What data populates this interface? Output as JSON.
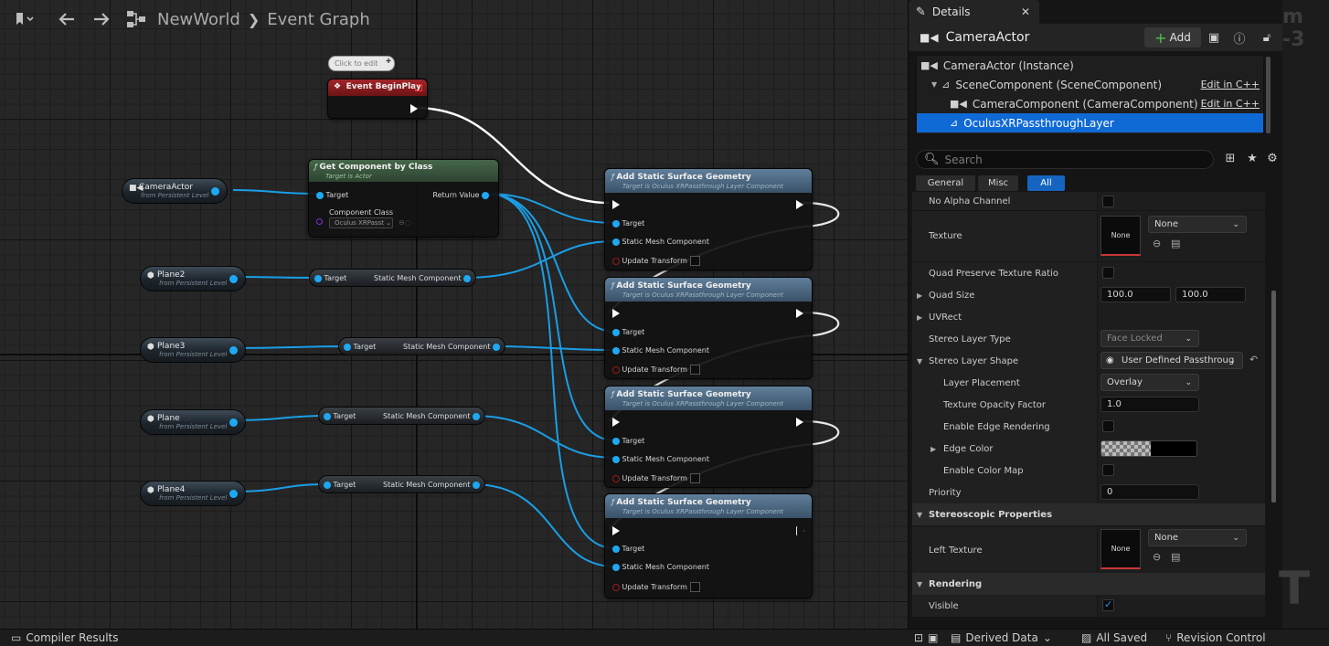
{
  "toolbar": {
    "breadcrumb_root": "NewWorld",
    "breadcrumb_leaf": "Event Graph"
  },
  "graph": {
    "comment_bubble": "Click to edit",
    "begin_play": {
      "title": "Event BeginPlay"
    },
    "get_component": {
      "title": "Get Component by Class",
      "subtitle": "Target is Actor",
      "target": "Target",
      "return_value": "Return Value",
      "component_class": "Component Class",
      "class_value": "Oculus XRPasst"
    },
    "variables": [
      {
        "name": "CameraActor",
        "sub": "from Persistent Level"
      },
      {
        "name": "Plane2",
        "sub": "from Persistent Level"
      },
      {
        "name": "Plane3",
        "sub": "from Persistent Level"
      },
      {
        "name": "Plane",
        "sub": "from Persistent Level"
      },
      {
        "name": "Plane4",
        "sub": "from Persistent Level"
      }
    ],
    "property_nodes": [
      {
        "left": "Target",
        "right": "Static Mesh Component"
      },
      {
        "left": "Target",
        "right": "Static Mesh Component"
      },
      {
        "left": "Target",
        "right": "Static Mesh Component"
      },
      {
        "left": "Target",
        "right": "Static Mesh Component"
      }
    ],
    "add_geometry": {
      "title": "Add Static Surface Geometry",
      "subtitle": "Target is Oculus XRPassthrough Layer Component",
      "target": "Target",
      "mesh": "Static Mesh Component",
      "update": "Update Transform"
    }
  },
  "details": {
    "tab_label": "Details",
    "actor_name": "CameraActor",
    "add_label": "Add",
    "tree": [
      {
        "label": "CameraActor (Instance)",
        "edit": ""
      },
      {
        "label": "SceneComponent (SceneComponent)",
        "edit": "Edit in C++"
      },
      {
        "label": "CameraComponent (CameraComponent)",
        "edit": "Edit in C++"
      },
      {
        "label": "OculusXRPassthroughLayer",
        "edit": ""
      }
    ],
    "search_placeholder": "Search",
    "filters": [
      "General",
      "Misc",
      "All"
    ],
    "props": {
      "no_alpha": "No Alpha Channel",
      "texture": "Texture",
      "texture_val": "None",
      "texture_dd": "None",
      "quad_preserve": "Quad Preserve Texture Ratio",
      "quad_size": "Quad Size",
      "quad_x": "100.0",
      "quad_y": "100.0",
      "uvrect": "UVRect",
      "stereo_type": "Stereo Layer Type",
      "stereo_type_val": "Face Locked",
      "stereo_shape": "Stereo Layer Shape",
      "stereo_shape_val": "User Defined Passthroug",
      "layer_placement": "Layer Placement",
      "layer_placement_val": "Overlay",
      "opacity": "Texture Opacity Factor",
      "opacity_val": "1.0",
      "edge_render": "Enable Edge Rendering",
      "edge_color": "Edge Color",
      "color_map": "Enable Color Map",
      "priority": "Priority",
      "priority_val": "0",
      "stereo_props": "Stereoscopic Properties",
      "left_texture": "Left Texture",
      "left_tex_val": "None",
      "left_tex_dd": "None",
      "rendering": "Rendering",
      "visible": "Visible"
    }
  },
  "statusbar": {
    "compiler": "Compiler Results",
    "derived": "Derived Data",
    "saved": "All Saved",
    "revision": "Revision Control"
  },
  "colors": {
    "accent": "#0f6ad6",
    "data_pin": "#1fa8f2",
    "event_head": "#a1262a"
  }
}
